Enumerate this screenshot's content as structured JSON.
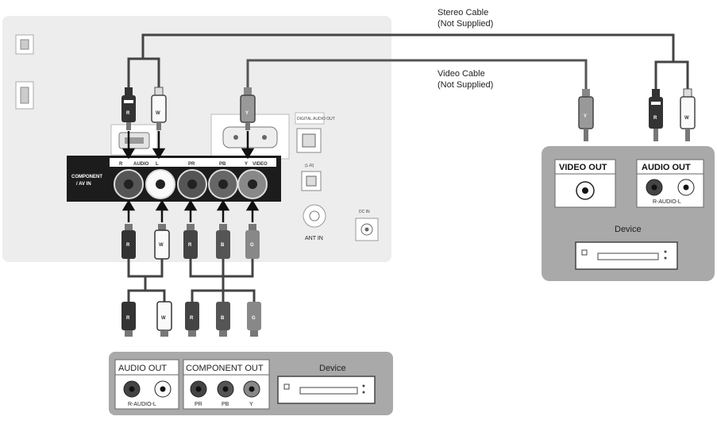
{
  "cables": {
    "stereo": {
      "line1": "Stereo Cable",
      "line2": "(Not Supplied)"
    },
    "video": {
      "line1": "Video Cable",
      "line2": "(Not Supplied)"
    }
  },
  "tv_panel": {
    "component_label_line1": "COMPONENT",
    "component_label_line2": "/ AV IN",
    "audio_r_label": "R",
    "audio_word": "AUDIO",
    "audio_l_label": "L",
    "pr_label": "PR",
    "pb_label": "PB",
    "y_label": "Y",
    "video_word": "VIDEO",
    "ant_in_label": "ANT IN",
    "dc_in_label": "DC IN",
    "optical_label": "DIGITAL AUDIO OUT",
    "headphone_label": "(L-R)"
  },
  "right_device": {
    "video_out_label": "VIDEO OUT",
    "audio_out_label": "AUDIO OUT",
    "audio_sub_label": "R-AUDIO-L",
    "device_label": "Device"
  },
  "bottom_device": {
    "audio_out_label": "AUDIO OUT",
    "component_out_label": "COMPONENT OUT",
    "audio_sub_label": "R-AUDIO-L",
    "pr_label": "PR",
    "pb_label": "PB",
    "y_label": "Y",
    "device_label": "Device"
  },
  "plug_letters": {
    "red": "R",
    "white": "W",
    "yellow": "Y",
    "blue": "B",
    "green": "G"
  },
  "colors": {
    "panel_bg": "#ededed",
    "device_bg": "#a9a9a9",
    "label_box_bg": "#ffffff",
    "jack_strip": "#1c1c1c",
    "wire": "#555555"
  }
}
